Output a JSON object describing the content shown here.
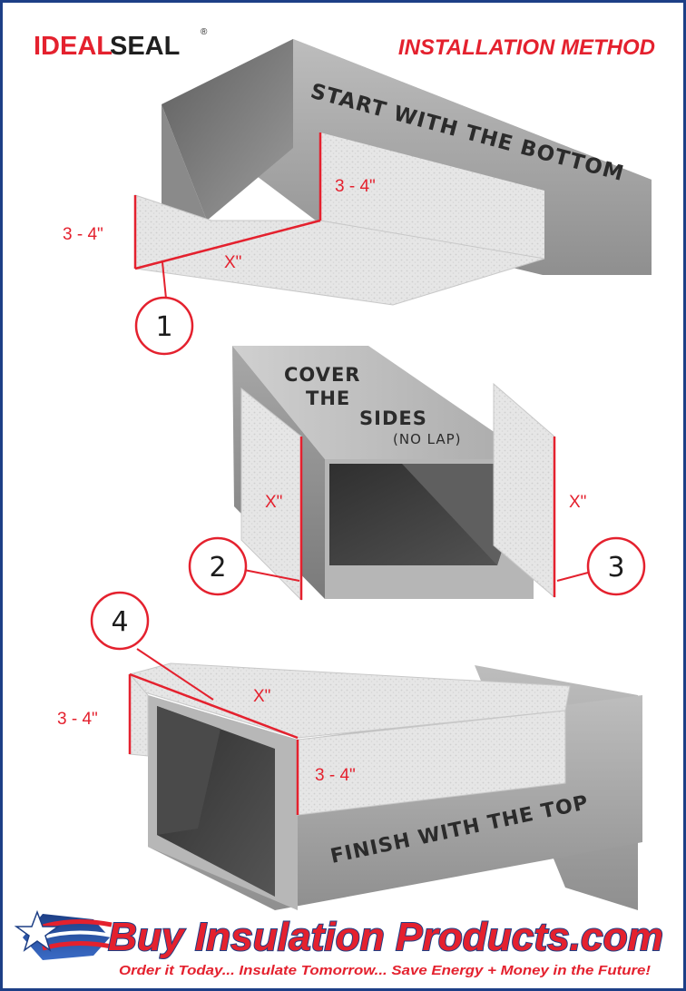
{
  "brand": {
    "word1": "IDEAL",
    "word2": "SEAL",
    "registered_mark": "®"
  },
  "title": "INSTALLATION METHOD",
  "panel1": {
    "heading": "START WITH THE BOTTOM",
    "dim_left": "3 - 4\"",
    "dim_right": "3 - 4\"",
    "dim_width": "X\"",
    "step": "1"
  },
  "panel2": {
    "heading_line1": "COVER",
    "heading_line2": "THE",
    "heading_line3": "SIDES",
    "heading_note": "(NO LAP)",
    "dim_left": "X\"",
    "dim_right": "X\"",
    "step_left": "2",
    "step_right": "3"
  },
  "panel3": {
    "heading": "FINISH WITH THE TOP",
    "dim_left": "3 - 4\"",
    "dim_right": "3 - 4\"",
    "dim_width": "X\"",
    "step": "4"
  },
  "footer": {
    "site": "Buy Insulation Products.com",
    "tagline": "Order it Today... Insulate Tomorrow... Save Energy + Money in the Future!"
  },
  "colors": {
    "accent_red": "#e4212e",
    "border_blue": "#1d3f86",
    "duct_gray": "#9a9a9a",
    "duct_dark": "#3a3a3a",
    "insulation": "#e4e4e4"
  }
}
